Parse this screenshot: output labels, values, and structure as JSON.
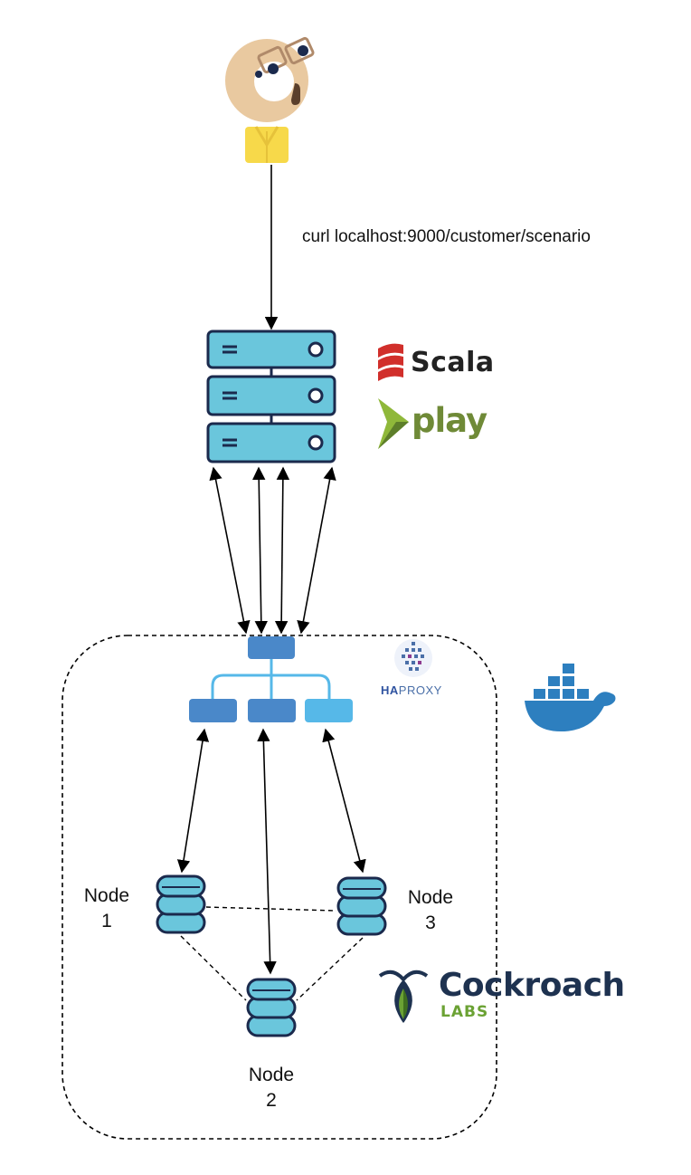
{
  "user": {
    "request_label": "curl localhost:9000/customer/scenario"
  },
  "app_tier": {
    "frameworks": [
      "Scala",
      "play"
    ]
  },
  "load_balancer": {
    "name_bold": "HA",
    "name_rest": "PROXY"
  },
  "cluster": {
    "nodes": [
      {
        "line1": "Node",
        "line2": "1"
      },
      {
        "line1": "Node",
        "line2": "2"
      },
      {
        "line1": "Node",
        "line2": "3"
      }
    ],
    "brand_main": "Cockroach",
    "brand_sub": "LABS"
  },
  "colors": {
    "server_fill": "#6ac6dc",
    "server_stroke": "#1b2a4d",
    "lb_dark": "#4a88c9",
    "lb_light": "#56b8e8",
    "db_fill": "#6ac6dc",
    "docker": "#2d7fbf",
    "scala_red": "#d12f2b",
    "play_green": "#6f8a37",
    "cockroach_navy": "#1e3250",
    "cockroach_green": "#6ba234"
  }
}
